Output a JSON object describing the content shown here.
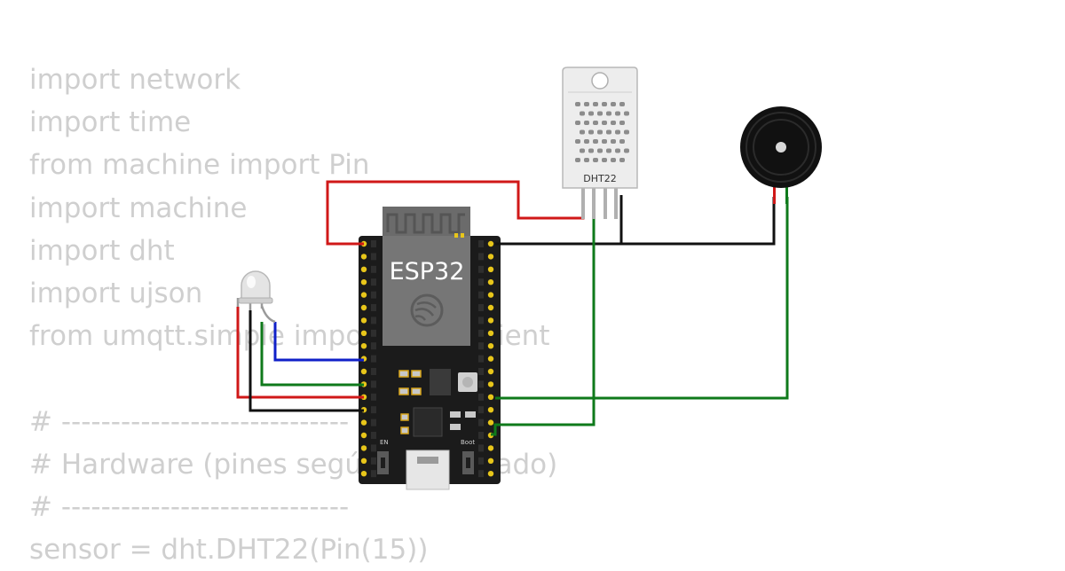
{
  "code_lines": [
    "import network",
    "import time",
    "from machine import Pin",
    "import machine",
    "import dht",
    "import ujson",
    "from umqtt.simple import MQTTClient",
    "",
    "# -----------------------------",
    "# Hardware (pines según el cableado)",
    "# -----------------------------",
    "sensor = dht.DHT22(Pin(15))"
  ],
  "components": {
    "board": {
      "name": "ESP32 DevKit",
      "chip_label": "ESP32",
      "button_en": "EN",
      "button_boot": "Boot"
    },
    "sensor": {
      "name": "DHT22 sensor",
      "label": "DHT22"
    },
    "buzzer": {
      "name": "Piezo buzzer"
    },
    "led": {
      "name": "RGB LED"
    }
  },
  "wire_colors": {
    "red": "#d01818",
    "black": "#111111",
    "green": "#0f7a1b",
    "blue": "#1020c8"
  },
  "colors": {
    "board_body": "#1b1b1b",
    "module_shield": "#6b6b6b",
    "pin_pad": "#e8c61a",
    "code_text": "#cfcfcf"
  }
}
